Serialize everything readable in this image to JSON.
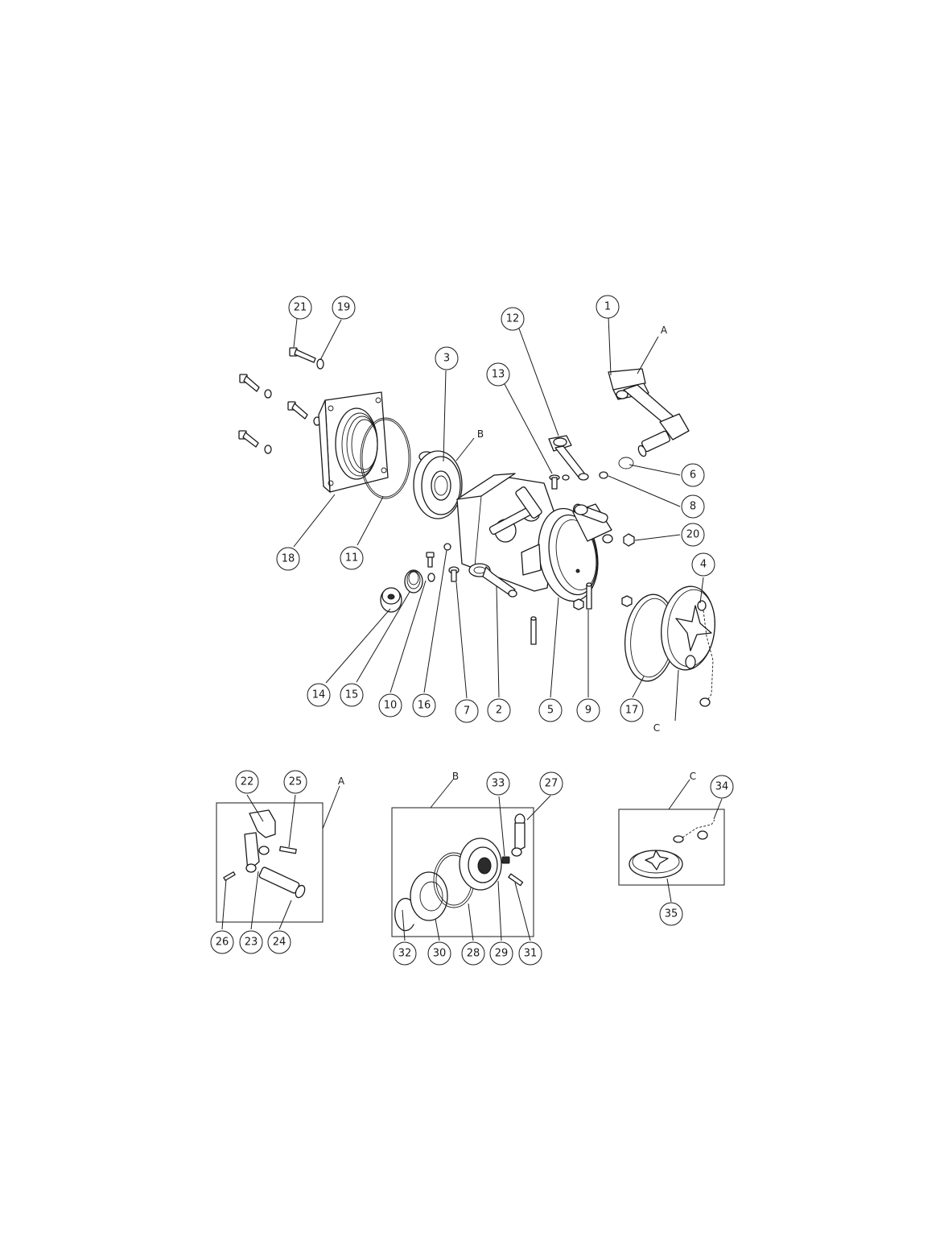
{
  "callouts": {
    "main": [
      "21",
      "19",
      "3",
      "12",
      "13",
      "1",
      "6",
      "8",
      "20",
      "4",
      "18",
      "11",
      "14",
      "15",
      "10",
      "16",
      "7",
      "2",
      "5",
      "9",
      "17"
    ],
    "detail_a": [
      "22",
      "25",
      "26",
      "23",
      "24"
    ],
    "detail_b": [
      "33",
      "27",
      "32",
      "30",
      "28",
      "29",
      "31"
    ],
    "detail_c": [
      "34",
      "35"
    ]
  },
  "view_letters": {
    "main": [
      "A",
      "B",
      "C"
    ],
    "detail_a": "A",
    "detail_b": "B",
    "detail_c": "C"
  }
}
